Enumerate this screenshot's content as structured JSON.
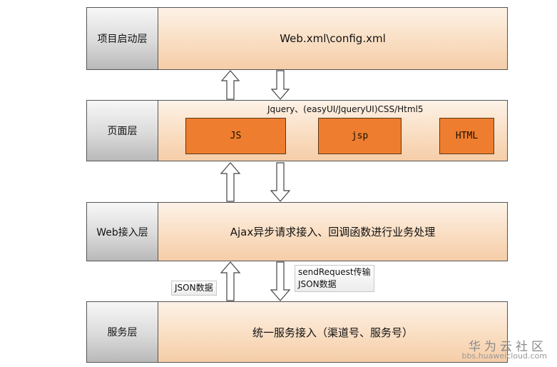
{
  "layers": [
    {
      "label": "项目启动层",
      "content": "Web.xml\\config.xml"
    },
    {
      "label": "页面层",
      "content": ""
    },
    {
      "label": "Web接入层",
      "content": "Ajax异步请求接入、回调函数进行业务处理"
    },
    {
      "label": "服务层",
      "content": "统一服务接入（渠道号、服务号）"
    }
  ],
  "page_layer": {
    "note": "Jquery、(easyUI/JqueryUI)CSS/Html5",
    "boxes": [
      "JS",
      "jsp",
      "HTML"
    ],
    "box_color": "#ee7d2f"
  },
  "annotations": {
    "json_up": "JSON数据",
    "send_line1": "sendRequest传输",
    "send_line2": "JSON数据"
  },
  "watermark": {
    "name": "华为云社区",
    "url": "bbs.huaweicloud.com"
  },
  "colors": {
    "label_fill": "#d9d9d9",
    "body_fill": "#f9dcbf"
  }
}
